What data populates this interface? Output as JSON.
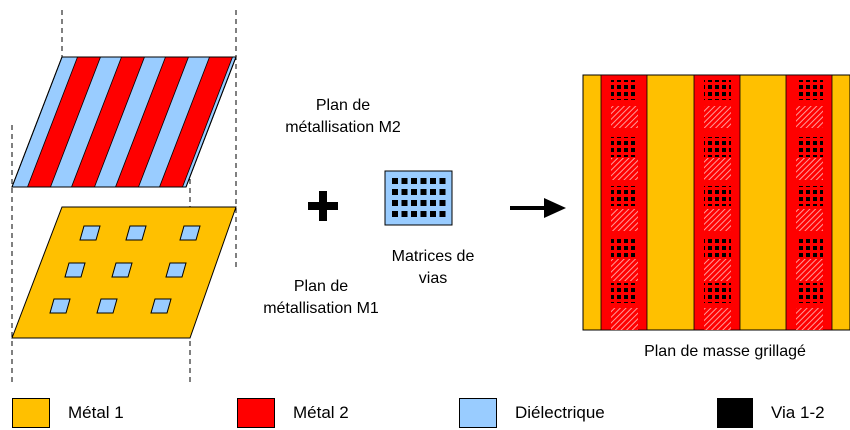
{
  "colors": {
    "metal1": "#FFC000",
    "metal2": "#FF0000",
    "dielectric": "#99CCFF",
    "via": "#000000"
  },
  "labels": {
    "m2_line1": "Plan de",
    "m2_line2": "métallisation M2",
    "m1_line1": "Plan de",
    "m1_line2": "métallisation M1",
    "vias_line1": "Matrices de",
    "vias_line2": "vias",
    "result": "Plan de masse grillagé"
  },
  "legend": [
    {
      "name": "metal1",
      "label": "Métal 1",
      "color": "#FFC000"
    },
    {
      "name": "metal2",
      "label": "Métal 2",
      "color": "#FF0000"
    },
    {
      "name": "dielectric",
      "label": "Diélectrique",
      "color": "#99CCFF"
    },
    {
      "name": "via",
      "label": "Via 1-2",
      "color": "#000000"
    }
  ]
}
